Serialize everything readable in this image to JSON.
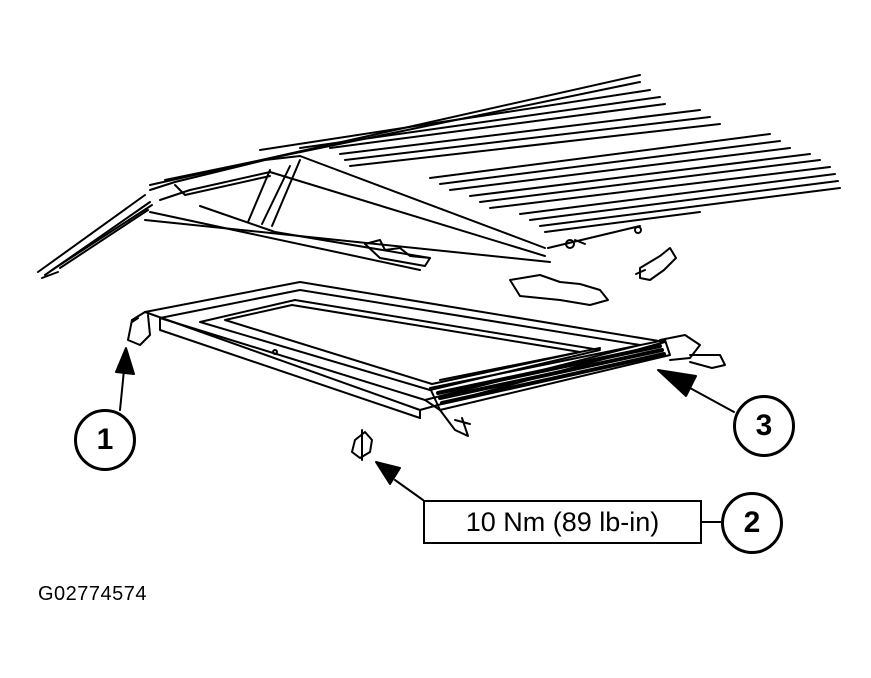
{
  "callouts": [
    {
      "label": "1"
    },
    {
      "label": "2"
    },
    {
      "label": "3"
    }
  ],
  "torque_spec": "10 Nm (89 lb-in)",
  "figure_id": "G02774574"
}
